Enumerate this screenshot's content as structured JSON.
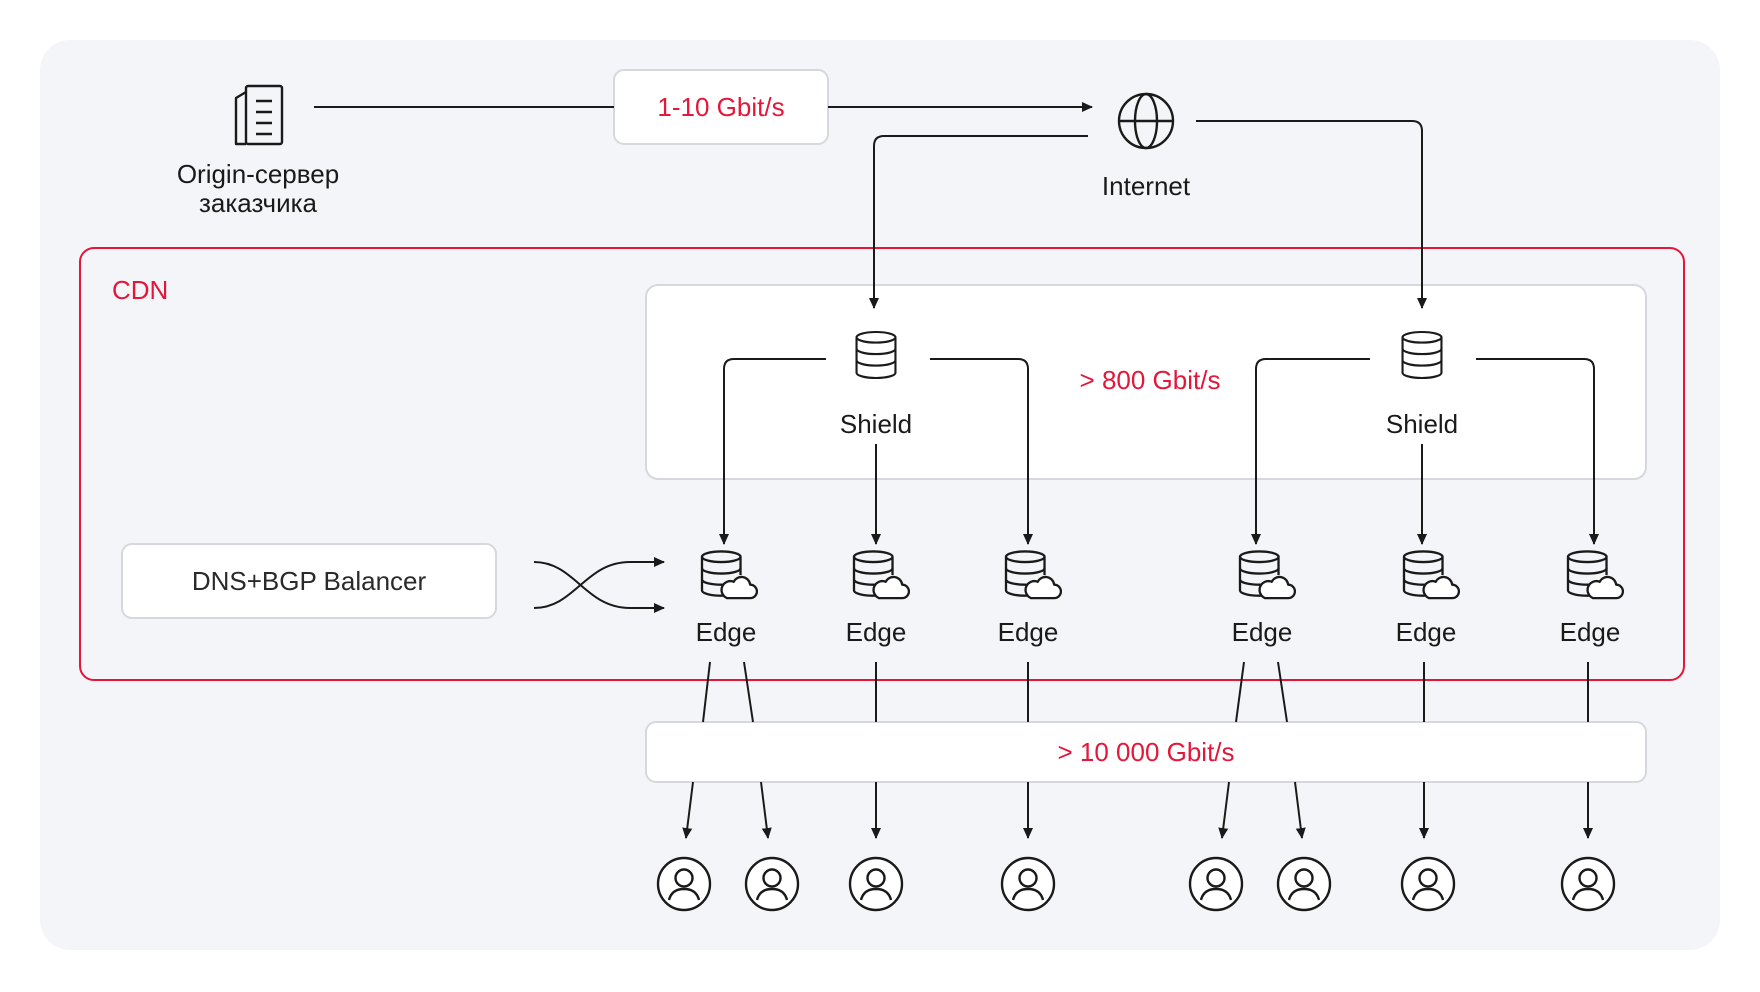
{
  "diagram": {
    "origin": {
      "label_line1": "Origin-сервер",
      "label_line2": "заказчика",
      "icon": "server-document-icon"
    },
    "internet": {
      "label": "Internet",
      "icon": "globe-icon"
    },
    "origin_link": {
      "bandwidth": "1-10 Gbit/s"
    },
    "cdn": {
      "label": "CDN"
    },
    "shield_bandwidth": "> 800 Gbit/s",
    "shields": [
      {
        "label": "Shield",
        "icon": "database-icon"
      },
      {
        "label": "Shield",
        "icon": "database-icon"
      }
    ],
    "balancer": {
      "label": "DNS+BGP Balancer"
    },
    "edges": [
      {
        "label": "Edge",
        "icon": "database-cloud-icon"
      },
      {
        "label": "Edge",
        "icon": "database-cloud-icon"
      },
      {
        "label": "Edge",
        "icon": "database-cloud-icon"
      },
      {
        "label": "Edge",
        "icon": "database-cloud-icon"
      },
      {
        "label": "Edge",
        "icon": "database-cloud-icon"
      },
      {
        "label": "Edge",
        "icon": "database-cloud-icon"
      }
    ],
    "edge_bandwidth": "> 10 000 Gbit/s",
    "users_count": 8,
    "colors": {
      "accent": "#e4163a",
      "background": "#f4f5f8",
      "line": "#1a1a1a",
      "box_border": "#d6d8dd"
    }
  }
}
